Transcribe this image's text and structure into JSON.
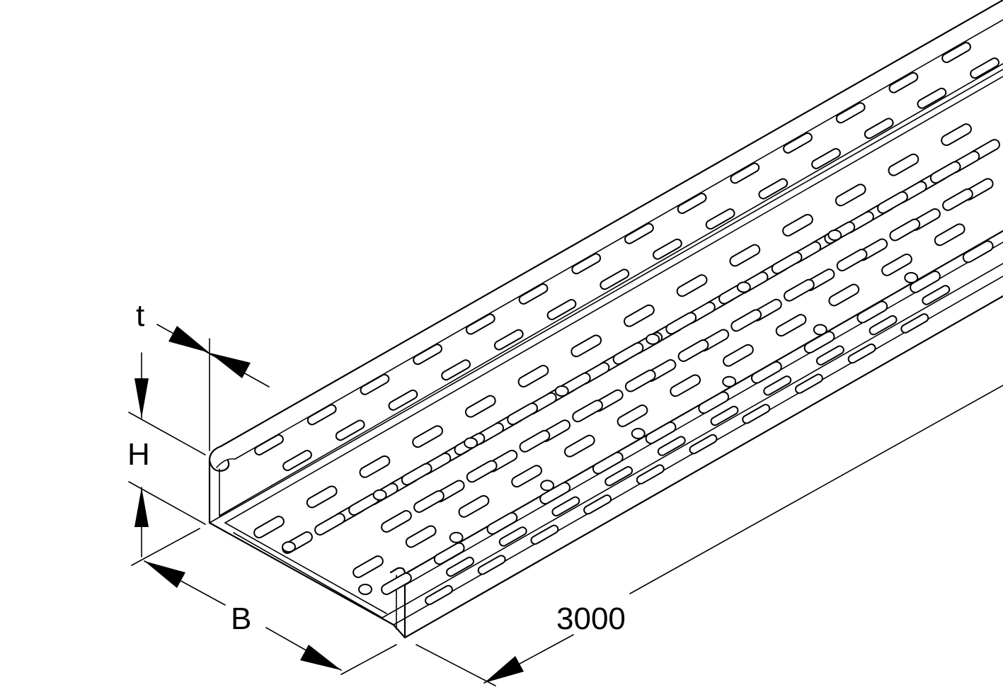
{
  "labels": {
    "thickness": "t",
    "height": "H",
    "width": "B",
    "length": "3000"
  }
}
